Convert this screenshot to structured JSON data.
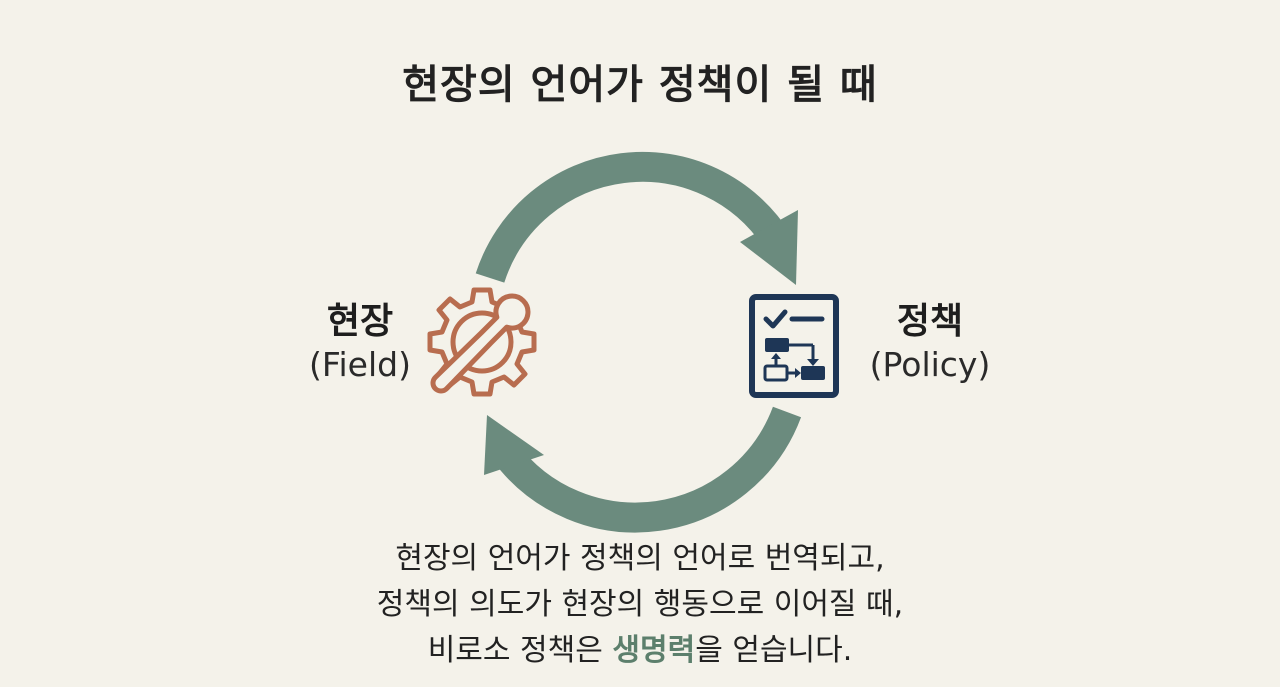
{
  "title": "현장의 언어가 정책이 될 때",
  "colors": {
    "background": "#f4f2ea",
    "arrow": "#6b8b7e",
    "field_icon": "#b86d4f",
    "policy_icon": "#1e3656",
    "accent_text": "#5c7f6c"
  },
  "nodes": {
    "field": {
      "label": "현장",
      "sublabel": "(Field)",
      "icon": "gear-wrench-icon"
    },
    "policy": {
      "label": "정책",
      "sublabel": "(Policy)",
      "icon": "checklist-flow-icon"
    }
  },
  "caption": {
    "line1": "현장의 언어가 정책의 언어로 번역되고,",
    "line2": "정책의 의도가 현장의 행동으로 이어질 때,",
    "line3_before": "비로소 정책은 ",
    "line3_accent": "생명력",
    "line3_after": "을 얻습니다."
  }
}
